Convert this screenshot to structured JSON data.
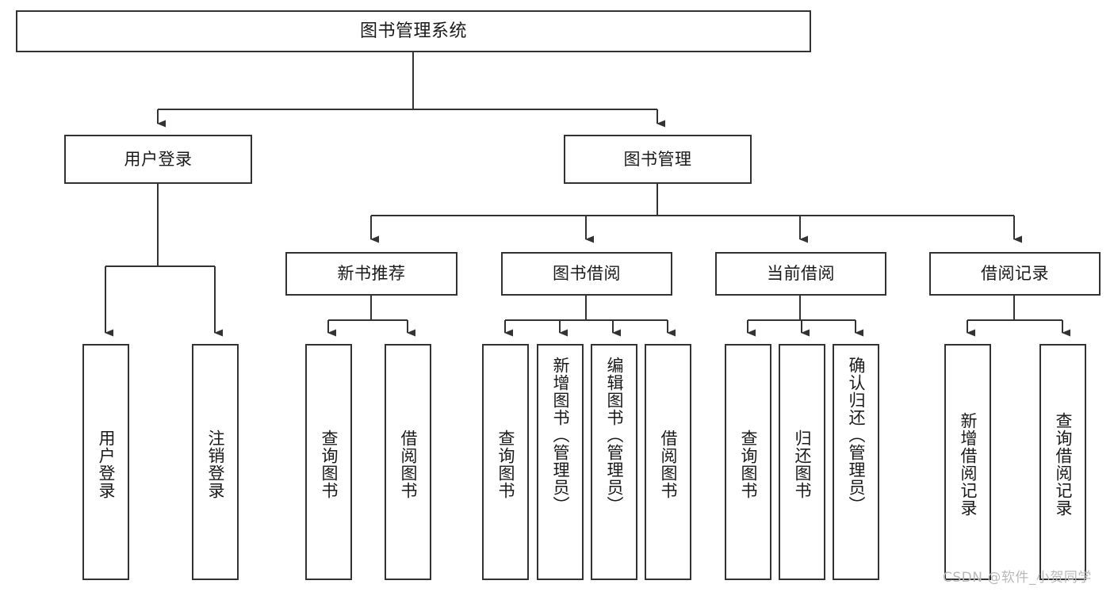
{
  "diagram": {
    "type": "tree-hierarchy",
    "title": "图书管理系统",
    "orientation": "top-down",
    "edge_color": "#333333",
    "node_border_color": "#333333",
    "node_fill_color": "#ffffff",
    "text_color": "#1a1a1a"
  },
  "nodes": {
    "root": {
      "label": "图书管理系统"
    },
    "level1": [
      {
        "id": "user-login",
        "label": "用户登录"
      },
      {
        "id": "book-manage",
        "label": "图书管理"
      }
    ],
    "level2": [
      {
        "id": "new-book-recommend",
        "label": "新书推荐",
        "parent": "book-manage"
      },
      {
        "id": "book-borrow",
        "label": "图书借阅",
        "parent": "book-manage"
      },
      {
        "id": "current-borrow",
        "label": "当前借阅",
        "parent": "book-manage"
      },
      {
        "id": "borrow-record",
        "label": "借阅记录",
        "parent": "book-manage"
      }
    ],
    "leaves": [
      {
        "id": "leaf-user-login",
        "label": "用户登录",
        "parent": "user-login"
      },
      {
        "id": "leaf-logout",
        "label": "注销登录",
        "parent": "user-login"
      },
      {
        "id": "leaf-query-book-1",
        "label": "查询图书",
        "parent": "new-book-recommend"
      },
      {
        "id": "leaf-borrow-book-1",
        "label": "借阅图书",
        "parent": "new-book-recommend"
      },
      {
        "id": "leaf-query-book-2",
        "label": "查询图书",
        "parent": "book-borrow"
      },
      {
        "id": "leaf-add-book",
        "label": "新增图书（管理员）",
        "parent": "book-borrow"
      },
      {
        "id": "leaf-edit-book",
        "label": "编辑图书（管理员）",
        "parent": "book-borrow"
      },
      {
        "id": "leaf-borrow-book-2",
        "label": "借阅图书",
        "parent": "book-borrow"
      },
      {
        "id": "leaf-query-book-3",
        "label": "查询图书",
        "parent": "current-borrow"
      },
      {
        "id": "leaf-return-book",
        "label": "归还图书",
        "parent": "current-borrow"
      },
      {
        "id": "leaf-confirm-return",
        "label": "确认归还（管理员）",
        "parent": "current-borrow"
      },
      {
        "id": "leaf-add-record",
        "label": "新增借阅记录",
        "parent": "borrow-record"
      },
      {
        "id": "leaf-query-record",
        "label": "查询借阅记录",
        "parent": "borrow-record"
      }
    ]
  },
  "watermark": {
    "text": "CSDN @软件_小贺同学"
  }
}
